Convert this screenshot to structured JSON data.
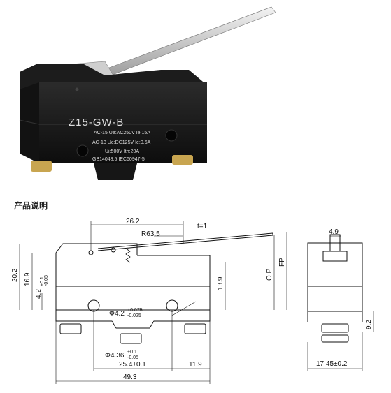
{
  "product": {
    "model_label": "Z15-GW-B",
    "rating_ac": "AC-15 Ue:AC250V Ie:15A",
    "rating_dc": "AC-13 Ue:DC125V Ie:0.6A",
    "rating_ui": "Ui:500V Ith:20A",
    "standard": "GB14048.5 IEC60947-5"
  },
  "section_title": "产品说明",
  "dimensions": {
    "lever_offset": "26.2",
    "lever_radius": "R63.5",
    "lever_thickness": "t=1",
    "plunger_width": "4.9",
    "height_total": "20.2",
    "height_body": "16.9",
    "pin_height": "4.2",
    "pin_height_tol_top": "+0.1",
    "pin_height_tol_bottom": "-0.05",
    "mount_height": "13.9",
    "op_label": "O P",
    "fp_label": "FP",
    "hole_dia": "Φ4.2",
    "hole_dia_tol_top": "+0.075",
    "hole_dia_tol_bottom": "-0.025",
    "hole_dia2": "Φ4.36",
    "hole_dia2_tol_top": "+0.1",
    "hole_dia2_tol_bottom": "-0.05",
    "hole_spacing": "25.4±0.1",
    "hole_to_edge": "11.9",
    "length_total": "49.3",
    "side_height": "9.2",
    "side_width": "17.45±0.2"
  }
}
